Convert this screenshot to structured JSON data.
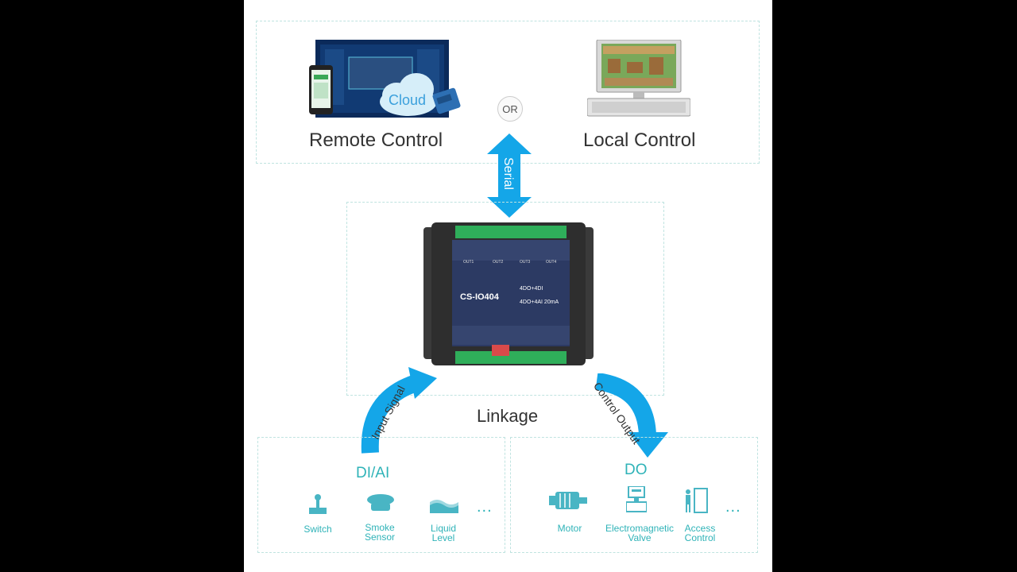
{
  "top": {
    "remote_label": "Remote  Control",
    "local_label": "Local  Control",
    "or_label": "OR",
    "cloud_label": "Cloud"
  },
  "serial_label": "Serial",
  "device": {
    "model": "CS-IO404",
    "option1": "4DO+4DI",
    "option2": "4DO+4AI  20mA",
    "out_labels": [
      "OUT1",
      "OUT2",
      "OUT3",
      "OUT4"
    ]
  },
  "linkage_label": "Linkage",
  "input_arrow_label": "Input Signal",
  "output_arrow_label": "Control Output",
  "left_panel": {
    "title": "DI/AI",
    "items": [
      "Switch",
      "Smoke\nSensor",
      "Liquid\nLevel"
    ],
    "more": "..."
  },
  "right_panel": {
    "title": "DO",
    "items": [
      "Motor",
      "Electromagnetic\nValve",
      "Access\nControl"
    ],
    "more": "..."
  },
  "colors": {
    "accent": "#2fb3b8",
    "arrow": "#14a6e8",
    "dash": "#bfe3e0"
  }
}
